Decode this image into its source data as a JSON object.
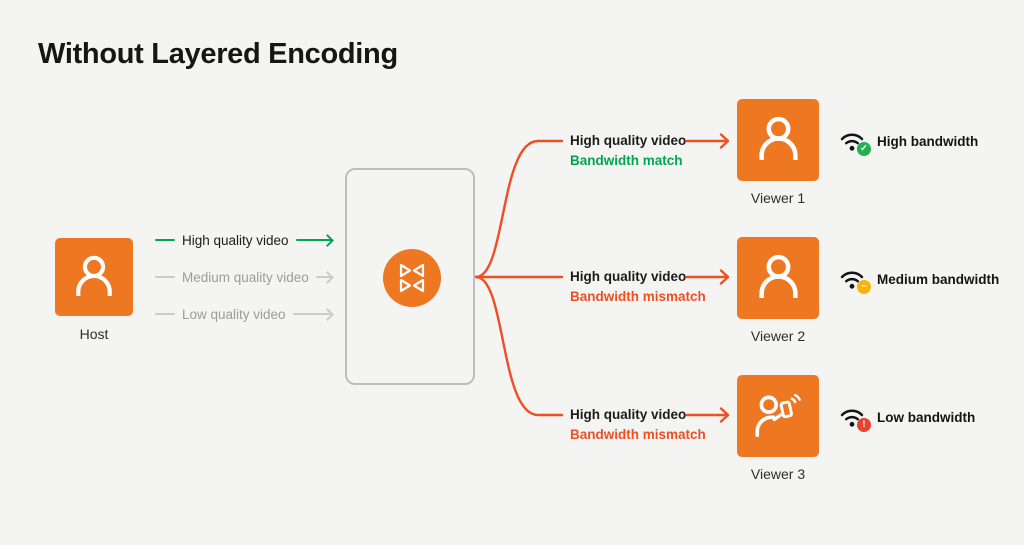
{
  "title": "Without Layered Encoding",
  "host": {
    "label": "Host",
    "streams": [
      {
        "label": "High quality video",
        "state": "active"
      },
      {
        "label": "Medium quality video",
        "state": "inactive"
      },
      {
        "label": "Low quality video",
        "state": "inactive"
      }
    ]
  },
  "server": {
    "icon": "media-server-logo"
  },
  "branches": [
    {
      "stream_label": "High quality video",
      "status_label": "Bandwidth match",
      "status": "match",
      "viewer_label": "Viewer 1",
      "bandwidth_label": "High bandwidth",
      "badge_glyph": "✓"
    },
    {
      "stream_label": "High quality video",
      "status_label": "Bandwidth mismatch",
      "status": "mismatch",
      "viewer_label": "Viewer 2",
      "bandwidth_label": "Medium bandwidth",
      "badge_glyph": "−"
    },
    {
      "stream_label": "High quality video",
      "status_label": "Bandwidth mismatch",
      "status": "mismatch",
      "viewer_label": "Viewer 3",
      "bandwidth_label": "Low bandwidth",
      "badge_glyph": "!"
    }
  ],
  "colors": {
    "background": "#F4F4F3",
    "node_orange": "#EE7722",
    "line_orange": "#F04E23",
    "green": "#00A550",
    "gray_line": "#CBCBCB",
    "badge_green": "#21B24D",
    "badge_yellow": "#F3B50B",
    "badge_red": "#E8432E"
  }
}
